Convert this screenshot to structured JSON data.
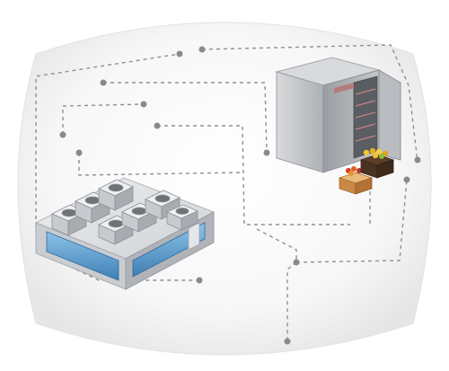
{
  "diagram": {
    "background_colors": {
      "outer": "#ffffff",
      "bubble_center": "#ffffff",
      "bubble_edge": "#e9e9e9"
    },
    "connector_color": "#8f8f8f",
    "node_color": "#8a8a8a",
    "icons": [
      {
        "key": "rooftop-chiller-building",
        "depicts": "building-with-rooftop-hvac-units"
      },
      {
        "key": "walk-in-refrigerator",
        "depicts": "cold-room-with-open-door-and-shelves"
      },
      {
        "key": "produce-crates",
        "depicts": "crates-of-fruit-and-vegetables"
      }
    ]
  }
}
